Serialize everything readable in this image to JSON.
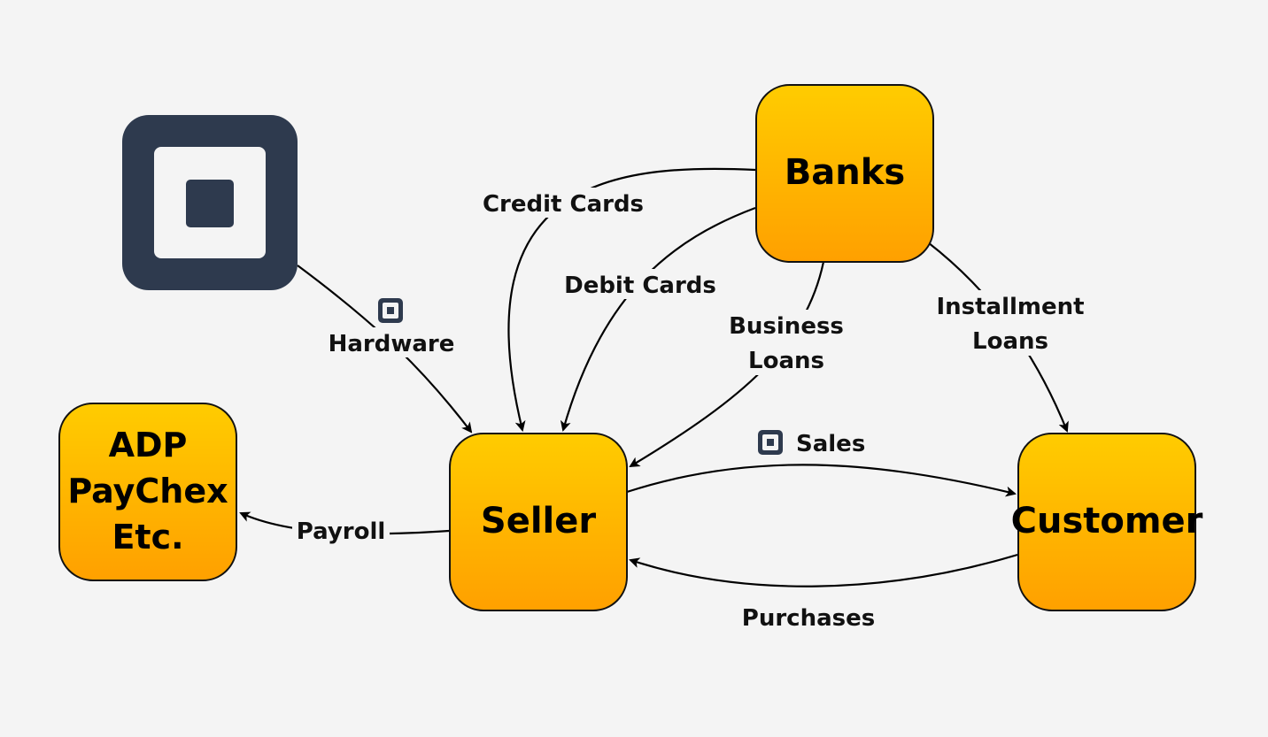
{
  "nodes": {
    "banks": {
      "label": "Banks"
    },
    "seller": {
      "label": "Seller"
    },
    "customer": {
      "label": "Customer"
    },
    "payroll_providers": {
      "lines": [
        "ADP",
        "PayChex",
        "Etc."
      ]
    },
    "square": {
      "icon": "square-logo-icon"
    }
  },
  "edges": {
    "hardware": {
      "label": "Hardware",
      "icon": "square-logo-icon"
    },
    "credit_cards": {
      "label": "Credit Cards"
    },
    "debit_cards": {
      "label": "Debit Cards"
    },
    "business_loans": {
      "lines": [
        "Business",
        "Loans"
      ]
    },
    "installment_loans": {
      "lines": [
        "Installment",
        "Loans"
      ]
    },
    "sales": {
      "label": "Sales",
      "icon": "square-logo-icon"
    },
    "purchases": {
      "label": "Purchases"
    },
    "payroll": {
      "label": "Payroll"
    }
  },
  "colors": {
    "node_top": "#ffcc00",
    "node_bottom": "#ffa000",
    "square_logo": "#2e3a4e",
    "background": "#f4f4f4"
  }
}
